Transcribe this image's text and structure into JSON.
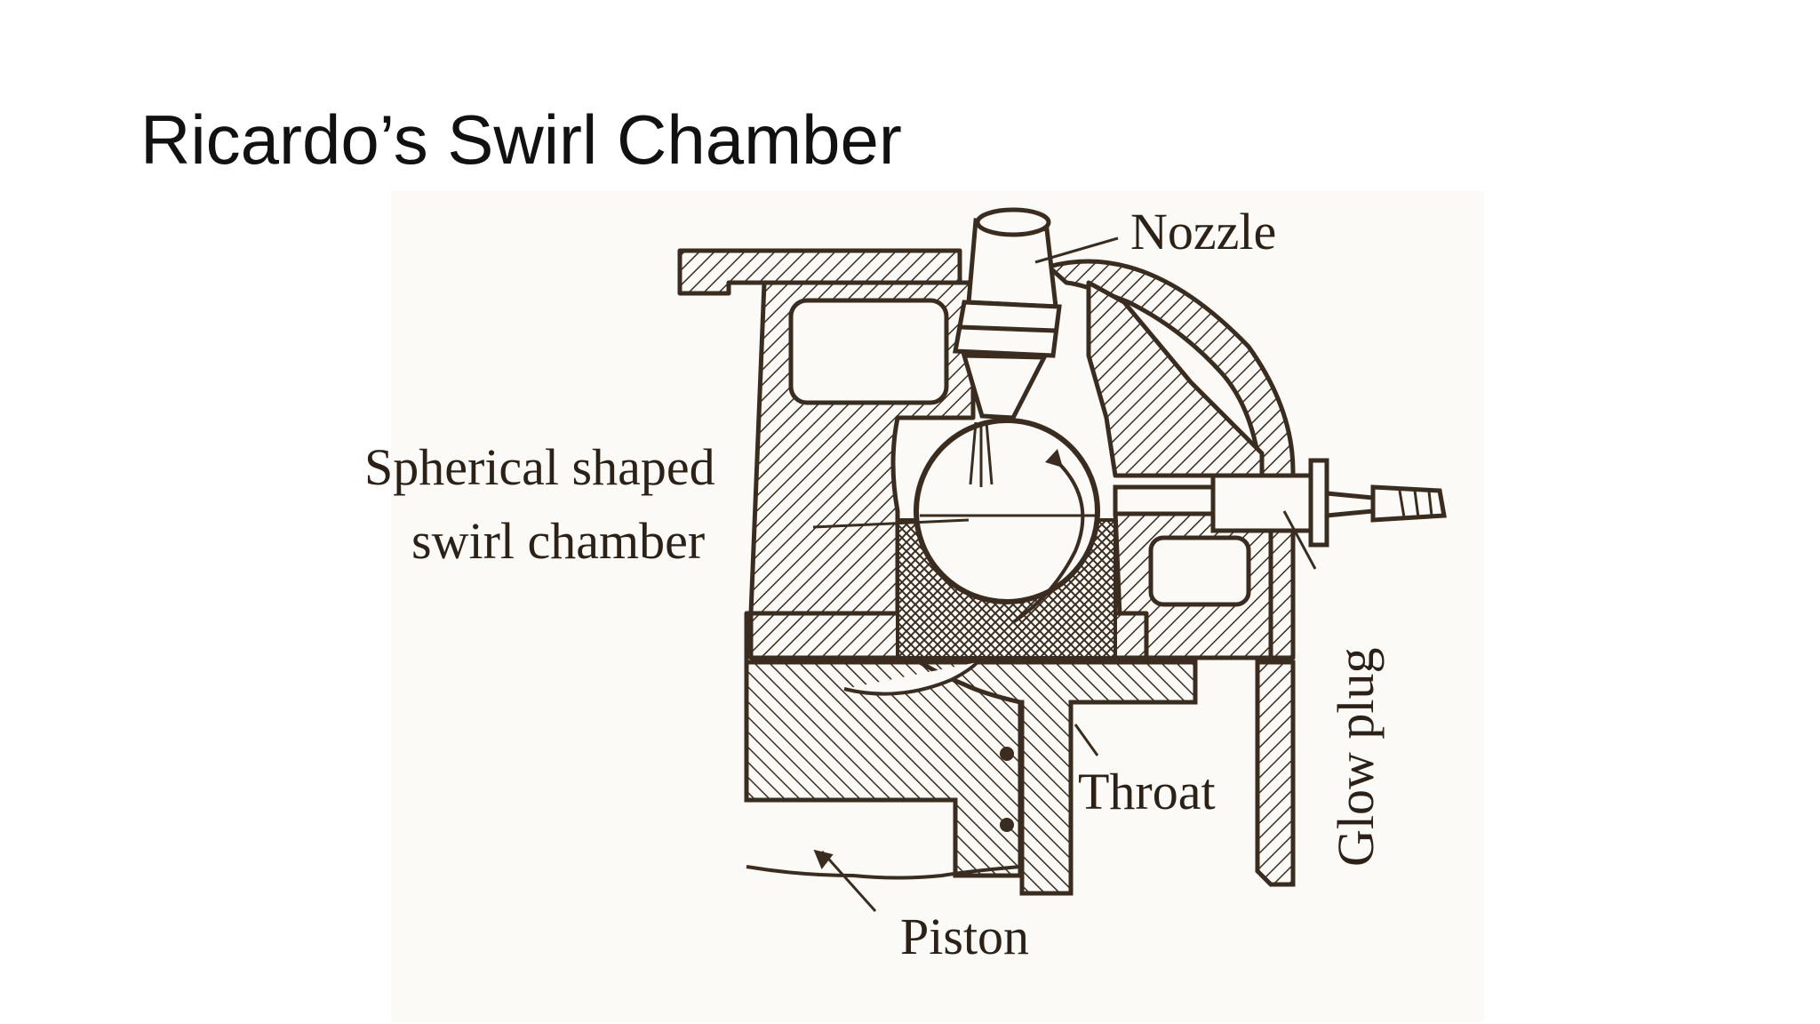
{
  "slide": {
    "title": "Ricardo’s Swirl Chamber"
  },
  "diagram": {
    "labels": {
      "nozzle": "Nozzle",
      "chamber_line1": "Spherical shaped",
      "chamber_line2": "swirl chamber",
      "glow_plug": "Glow plug",
      "throat": "Throat",
      "piston": "Piston"
    },
    "colors": {
      "ink": "#3a2d1f",
      "paper": "#fbfaf7"
    }
  }
}
